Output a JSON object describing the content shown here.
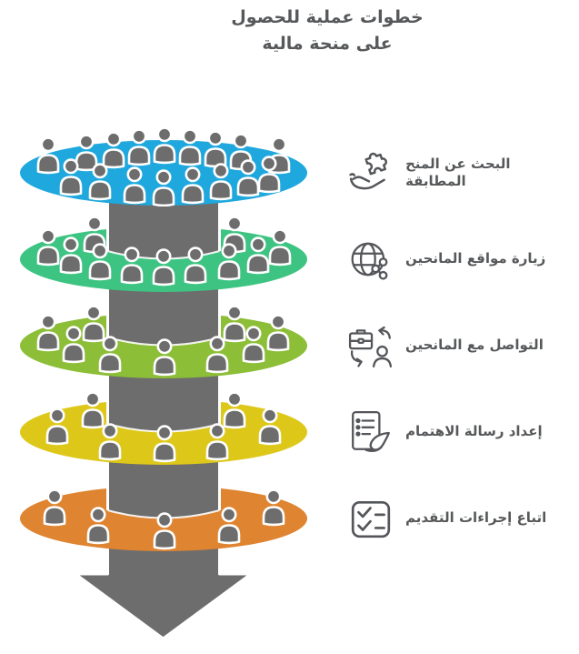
{
  "title": {
    "line1": "خطوات عملية للحصول",
    "line2": "على منحة مالية"
  },
  "steps": [
    {
      "label": "البحث عن المنح المطابقة",
      "icon": "hand-puzzle-icon",
      "color": "#1fa8dd",
      "people": 17
    },
    {
      "label": "زيارة مواقع المانحين",
      "icon": "globe-share-icon",
      "color": "#3ec482",
      "people": 11
    },
    {
      "label": "التواصل مع المانحين",
      "icon": "briefcase-person-icon",
      "color": "#8cbe37",
      "people": 9
    },
    {
      "label": "إعداد رسالة الاهتمام",
      "icon": "letter-pen-icon",
      "color": "#ddc81a",
      "people": 7
    },
    {
      "label": "اتباع إجراءات التقديم",
      "icon": "checklist-icon",
      "color": "#df8430",
      "people": 5
    }
  ],
  "funnel": {
    "column_color": "#6d6d6d",
    "person_color": "#6d6d6d",
    "outline_color": "#ffffff",
    "text_color": "#56585a"
  }
}
